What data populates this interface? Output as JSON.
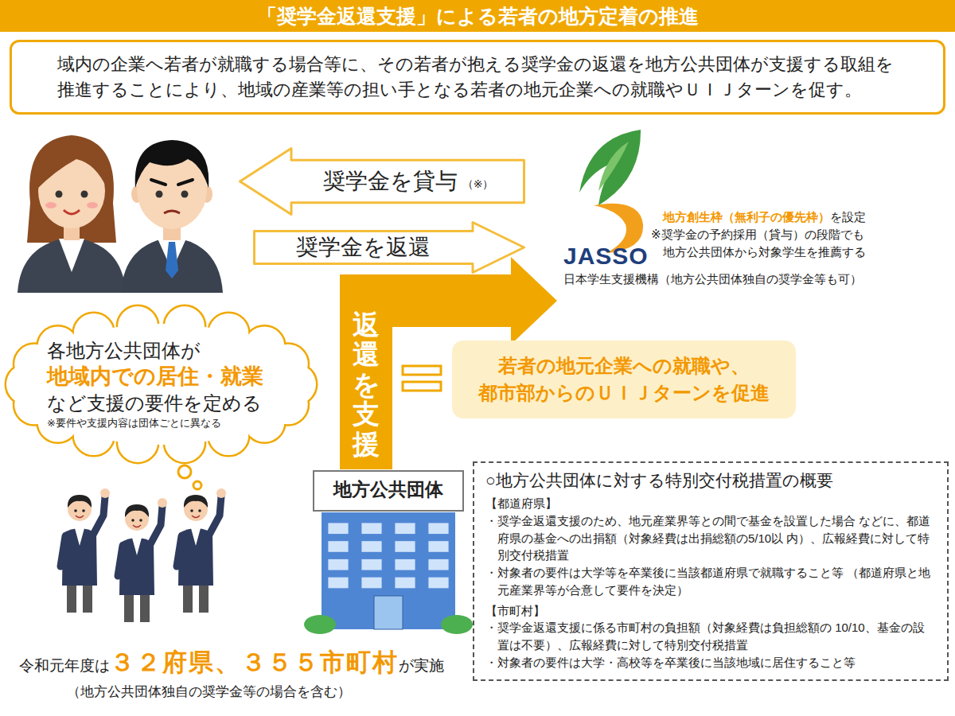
{
  "diagram": {
    "title": "「奨学金返還支援」による若者の地方定着の推進",
    "nodes": [
      {
        "text": [
          "域内の企業へ若者が就職する場合等に、その若者が抱える奨学金の返還を地方公共団体が支援する取組を 推進することにより、地域の産業等の担い手となる若者の地元企業への就職やＵＩＪターンを促す。"
        ]
      },
      {
        "text": [
          "奨学金を貸与",
          "（※）"
        ]
      },
      {
        "text": [
          "奨学金を返還"
        ]
      },
      {
        "text": [
          "JASSO",
          "日本学生支援機構（地方公共団体独自の奨学金等も可）"
        ]
      },
      {
        "text": [
          "各地方公共団体が",
          "地域内での居住・就業",
          "など支援の要件を定める",
          "※要件や支援内容は団体ごとに異なる"
        ]
      },
      {
        "text": [
          "若者の地元企業への就職や、 都市部からのＵＩＪターンを促進"
        ]
      },
      {
        "text": [
          "地方公共団体"
        ]
      },
      {
        "text": [
          "○地方公共団体に対する特別交付税措置の概要",
          "【都道府県】",
          "・奨学金返還支援のため、地元産業界等との間で基金を設置した場合 などに、都道府県の基金への出捐額（対象経費は出捐総額の5/10以 内）、広報経費に対して特別交付税措置",
          "・対象者の要件は大学等を卒業後に当該都道府県で就職すること等 （都道府県と地元産業界等が合意して要件を決定）",
          "【市町村】",
          "・奨学金返還支援に係る市町村の負担額（対象経費は負担総額の 10/10、基金の設置は不要）、広報経費に対して特別交付税措置",
          "・対象者の要件は大学・高校等を卒業後に当該地域に居住すること等"
        ]
      }
    ],
    "edges": [
      {
        "from": 6,
        "to": 3,
        "arrow": "to",
        "label": "返還を支援"
      }
    ],
    "labels": [
      "※奨学金の予約採用（貸与）の段階でも 地方公共団体から対象学生を推薦する",
      "地方創生枠（無利子の優先枠）",
      "を設定",
      "令和元年度は",
      "３２府県、３５５市町村",
      "が実施",
      "（地方公共団体独自の奨学金等の場合を含む）"
    ]
  }
}
